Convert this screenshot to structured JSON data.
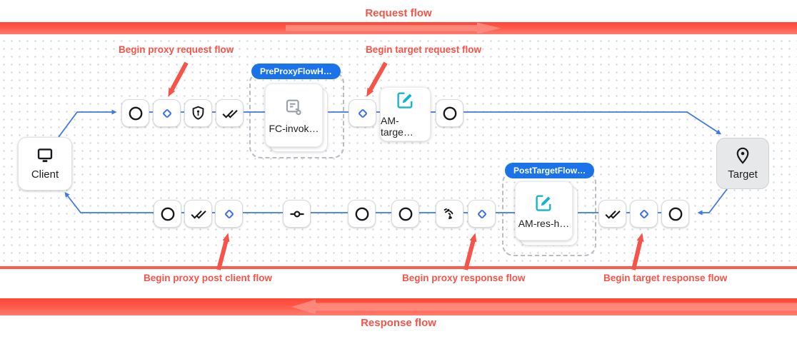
{
  "diagram": {
    "request_flow_label": "Request flow",
    "response_flow_label": "Response flow",
    "annotations": {
      "proxy_request": "Begin proxy request flow",
      "target_request": "Begin target request flow",
      "proxy_post_client": "Begin proxy post client flow",
      "proxy_response": "Begin proxy response flow",
      "target_response": "Begin target response flow"
    },
    "endpoints": {
      "client": "Client",
      "target": "Target"
    },
    "flow_groups": {
      "pre_proxy_badge": "PreProxyFlowH…",
      "post_target_badge": "PostTargetFlow…"
    },
    "policies": {
      "flow_callout": "FC-invok…",
      "am_target": "AM-targe…",
      "am_response": "AM-res-h…"
    },
    "colors": {
      "accent_red": "#f65448",
      "band_red": "#ff5a4b",
      "connector_blue": "#3f78e8",
      "badge_blue": "#1a73e8",
      "policy_teal": "#12b5cb",
      "icon_black": "#17191c",
      "icon_gray": "#9aa0a6"
    },
    "icons": [
      "monitor-icon",
      "location-pin-icon",
      "circle-step-icon",
      "diamond-step-icon",
      "shield-icon",
      "done-all-icon",
      "commit-icon",
      "broadcast-icon",
      "edit-icon",
      "flow-callout-icon"
    ]
  }
}
